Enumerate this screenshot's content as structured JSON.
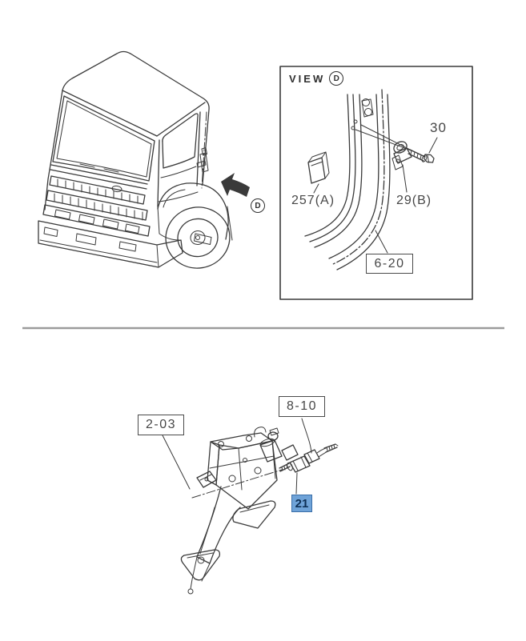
{
  "colors": {
    "line": "#3a3a3a",
    "label_text": "#474747",
    "divider": "#9b9b9b",
    "highlight_bg": "#6fa3d8",
    "highlight_border": "#3a6ea8",
    "highlight_text": "#0e2f55"
  },
  "cab_view": {
    "marker": "D"
  },
  "inset": {
    "title": "VIEW",
    "marker": "D",
    "callouts": {
      "c30": "30",
      "c257a": "257(A)",
      "c29b": "29(B)"
    },
    "ref_box": "6-20"
  },
  "pedal_view": {
    "ref_box_left": "2-03",
    "ref_box_right": "8-10",
    "highlight_callout": "21"
  }
}
